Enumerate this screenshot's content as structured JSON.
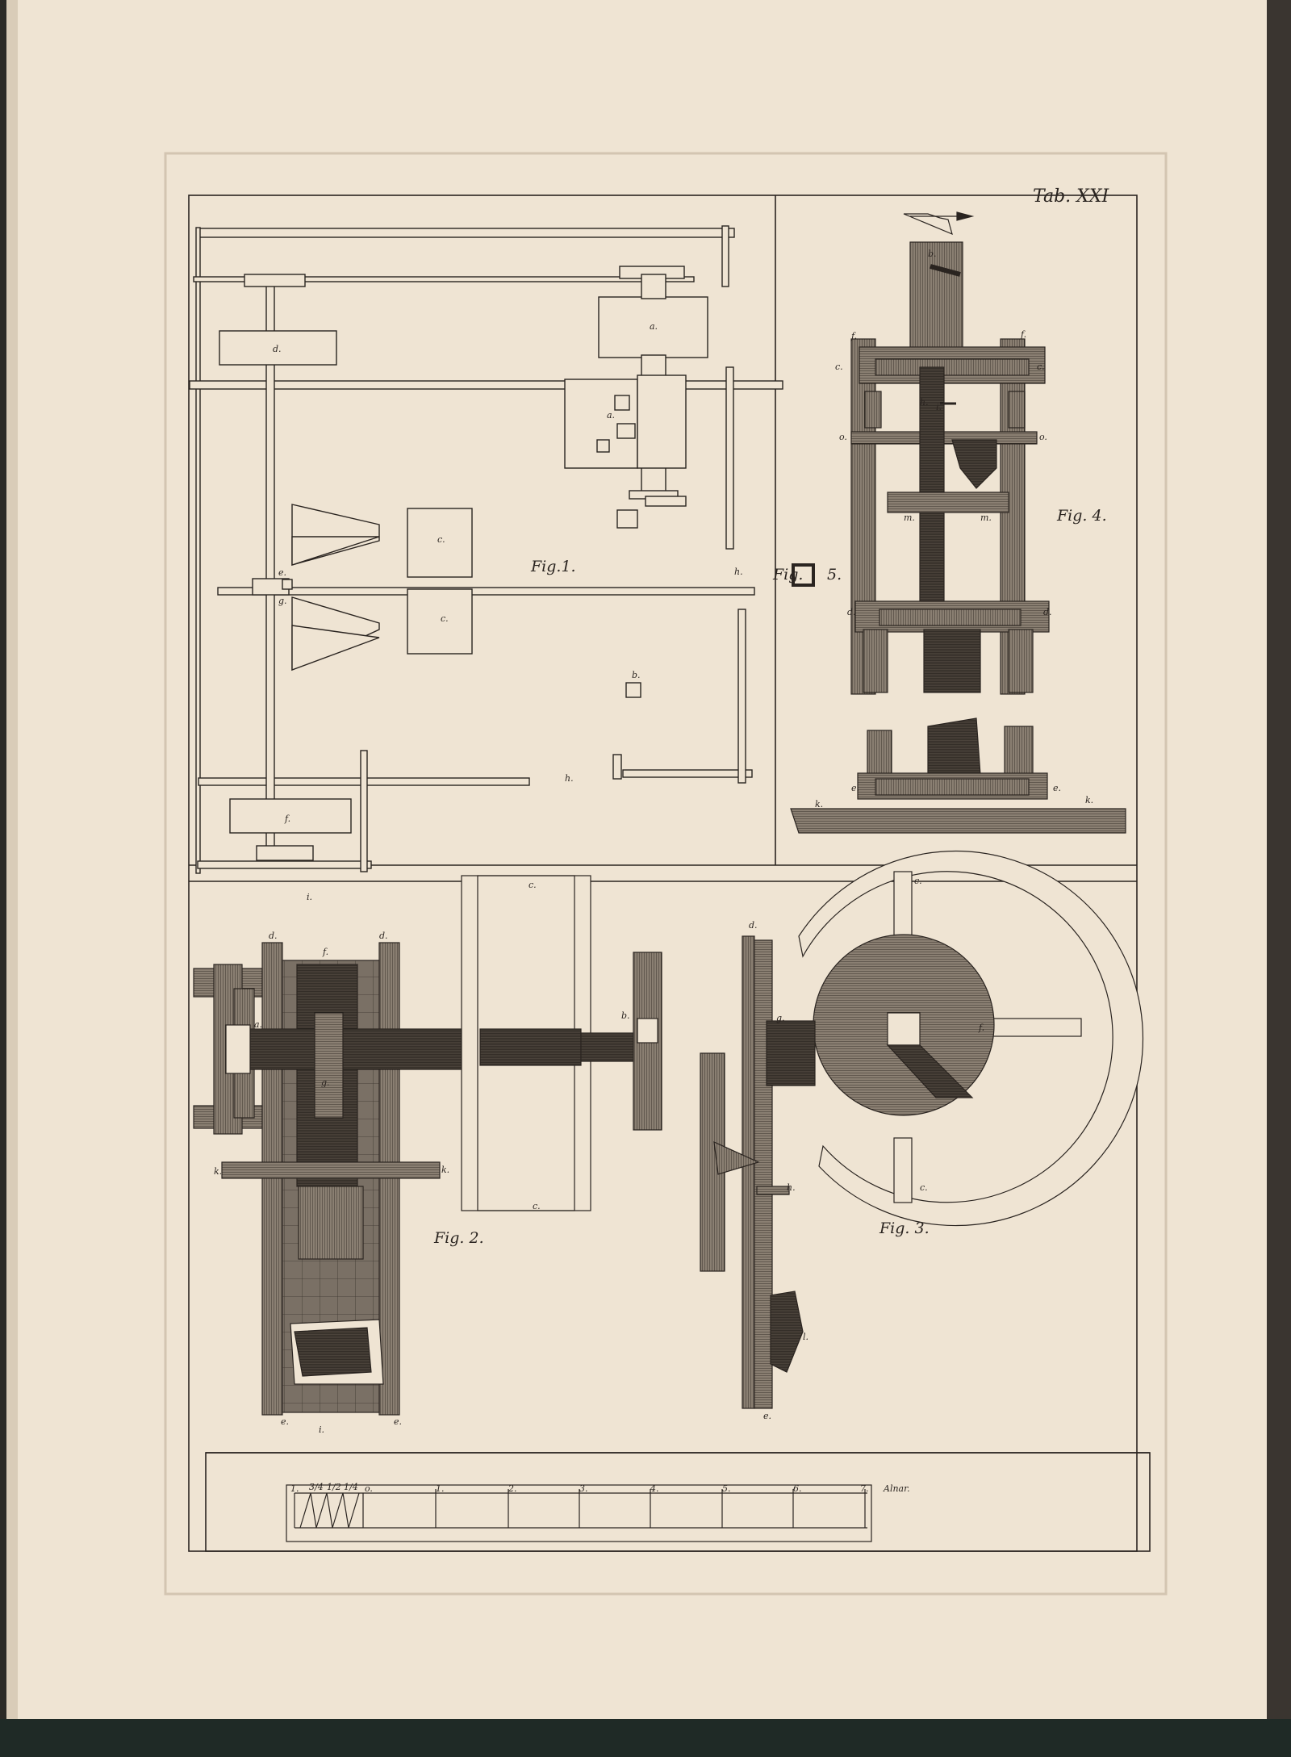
{
  "plate": {
    "title": "Tab. XXI",
    "paper_color": "#efe4d3",
    "ink_color": "#2a2420"
  },
  "figures": {
    "fig1": "Fig.1.",
    "fig2": "Fig. 2.",
    "fig3": "Fig. 3.",
    "fig4": "Fig. 4.",
    "fig5_a": "Fig.",
    "fig5_b": "5."
  },
  "scale_bar": {
    "unit": "Alnar.",
    "fractions": [
      "1.",
      "3/4",
      "1/2",
      "1/4",
      "o."
    ],
    "numbers": [
      "1.",
      "2.",
      "3.",
      "4.",
      "5.",
      "6.",
      "7."
    ]
  },
  "letters": {
    "fig1": [
      "d.",
      "a.",
      "a.",
      "c.",
      "c.",
      "e.",
      "g.",
      "f.",
      "h.",
      "b.",
      "h."
    ],
    "fig2": [
      "i.",
      "d.",
      "d.",
      "f.",
      "a.",
      "b.",
      "c.",
      "c.",
      "k.",
      "k.",
      "g.",
      "e.",
      "e.",
      "i."
    ],
    "fig3": [
      "d.",
      "c.",
      "c.",
      "g.",
      "f.",
      "h.",
      "e.",
      "l."
    ],
    "fig4": [
      "f.",
      "f.",
      "c.",
      "c.",
      "b.",
      "h.",
      "i.",
      "o.",
      "o.",
      "m.",
      "m.",
      "d.",
      "d.",
      "k.",
      "k.",
      "e.",
      "e."
    ]
  }
}
